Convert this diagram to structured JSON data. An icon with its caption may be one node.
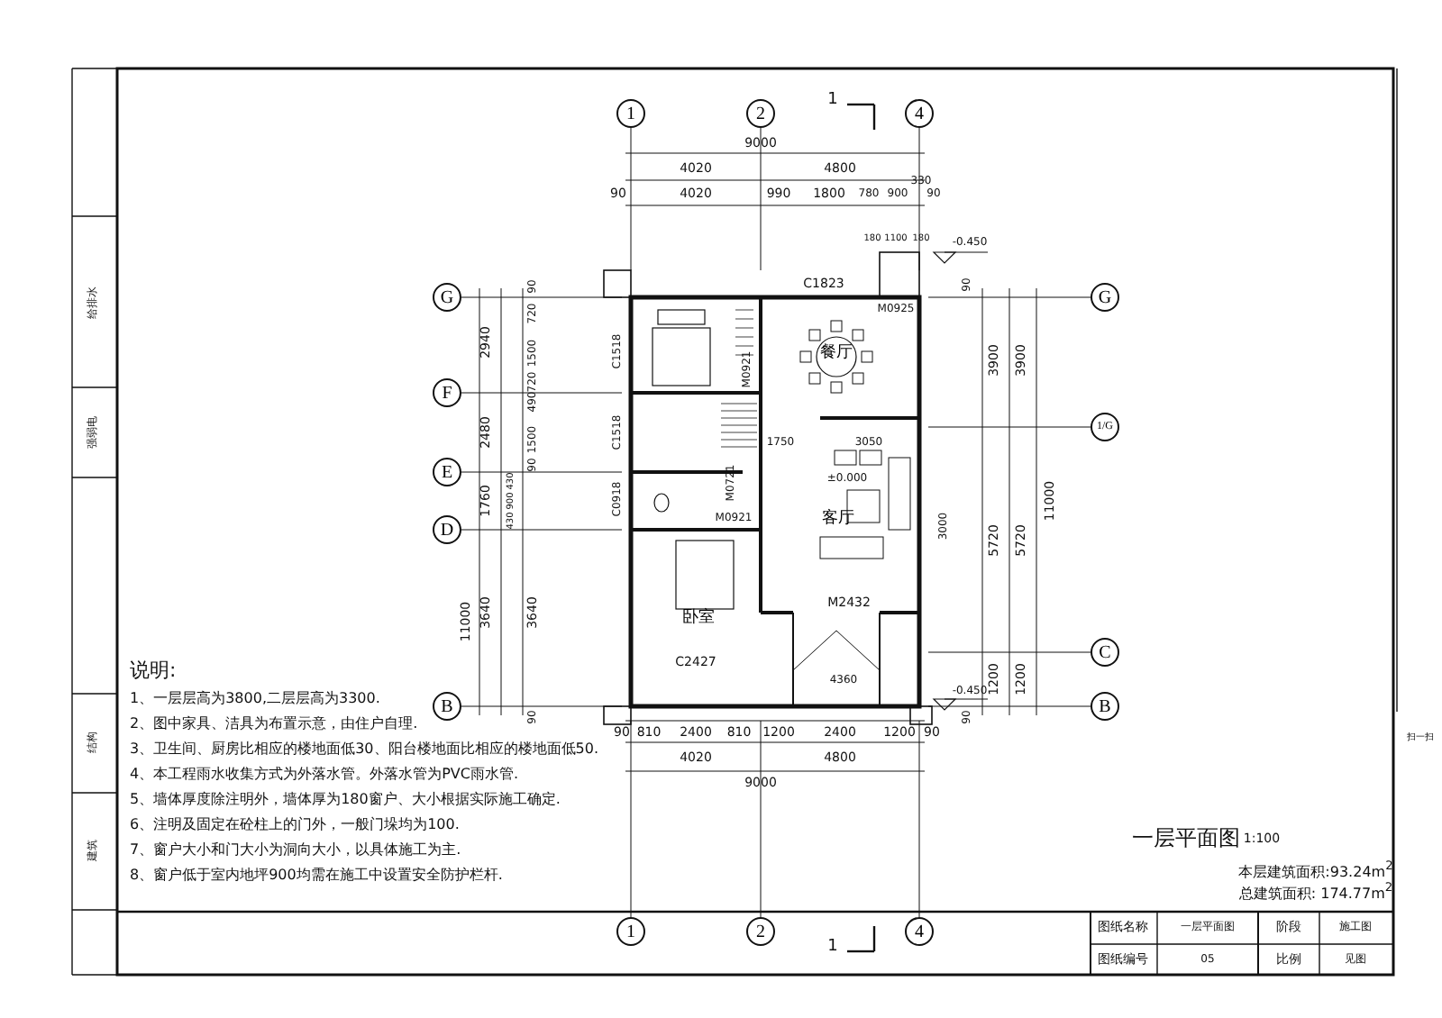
{
  "diagram": {
    "nodes": [
      {
        "text": [
          "餐厅"
        ]
      },
      {
        "text": [
          "客厅"
        ]
      },
      {
        "text": [
          "卧室"
        ]
      },
      {
        "text": [
          "1"
        ]
      },
      {
        "text": [
          "2"
        ]
      },
      {
        "text": [
          "4"
        ]
      },
      {
        "text": [
          "G"
        ]
      },
      {
        "text": [
          "F"
        ]
      },
      {
        "text": [
          "E"
        ]
      },
      {
        "text": [
          "D"
        ]
      },
      {
        "text": [
          "B"
        ]
      },
      {
        "text": [
          "G"
        ]
      },
      {
        "text": [
          "1/G"
        ]
      },
      {
        "text": [
          "C"
        ]
      },
      {
        "text": [
          "B"
        ]
      },
      {
        "text": [
          "1"
        ]
      },
      {
        "text": [
          "2"
        ]
      },
      {
        "text": [
          "4"
        ]
      }
    ],
    "labels": [
      "1",
      "9000",
      "4020",
      "4800",
      "90",
      "4020",
      "990",
      "1800",
      "780",
      "900",
      "330",
      "90",
      "180",
      "1100",
      "180",
      "-0.450",
      "C1823",
      "M0925",
      "90",
      "2940",
      "720",
      "1500",
      "720",
      "2480",
      "490",
      "1500",
      "11000",
      "90",
      "1760",
      "430",
      "900",
      "430",
      "3640",
      "3640",
      "90",
      "C1518",
      "M0921",
      "C1518",
      "1750",
      "3050",
      "M0721",
      "±0.000",
      "C0918",
      "M0921",
      "M2432",
      "C2427",
      "4360",
      "-0.450",
      "90",
      "3900",
      "3900",
      "3000",
      "5720",
      "5720",
      "11000",
      "1200",
      "1200",
      "90",
      "90",
      "810",
      "2400",
      "810",
      "1200",
      "2400",
      "1200",
      "90",
      "4020",
      "4800",
      "9000",
      "1",
      "说明:",
      "1、一层层高为3800,二层层高为3300.",
      "2、图中家具、洁具为布置示意，由住户自理.",
      "3、卫生间、厨房比相应的楼地面低30、阳台楼地面比相应的楼地面低50.",
      "4、本工程雨水收集方式为外落水管。外落水管为PVC雨水管.",
      "5、墙体厚度除注明外，墙体厚为180窗户、大小根据实际施工确定.",
      "6、注明及固定在砼柱上的门外，一般门垛均为100.",
      "7、窗户大小和门大小为洞向大小，以具体施工为主.",
      "8、窗户低于室内地坪900均需在施工中设置安全防护栏杆.",
      "一层平面图",
      "1:100",
      "本层建筑面积:93.24m$^{2}$",
      "总建筑面积: 174.77m$^{2}$",
      "图纸名称",
      "一层平面图",
      "阶段",
      "施工图",
      "图纸编号",
      "05",
      "比例",
      "见图",
      "给排水",
      "强弱电",
      "结构",
      "建筑",
      "扫一扫"
    ]
  }
}
